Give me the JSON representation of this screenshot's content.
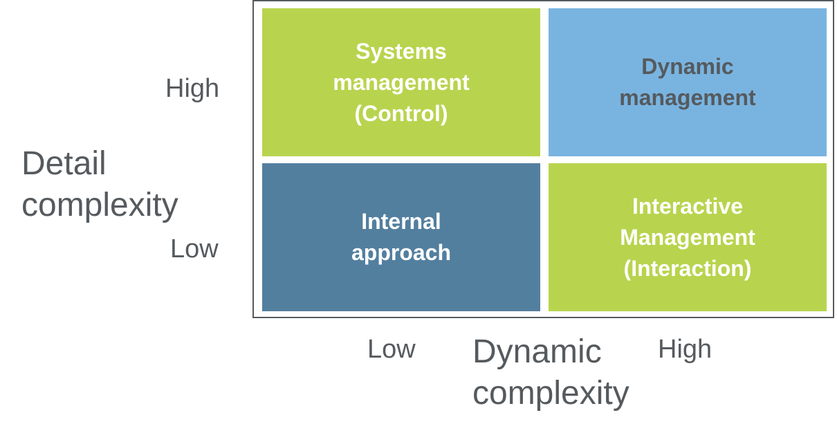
{
  "colors": {
    "green": "#b8d44e",
    "light_blue": "#79b4e0",
    "steel_blue": "#537f9f",
    "text_white": "#ffffff",
    "text_dark": "#555a5e",
    "frame": "#555a5e"
  },
  "quadrants": {
    "top_left": {
      "label": "Systems\nmanagement\n(Control)",
      "fill": "#b8d44e",
      "text_color": "#ffffff"
    },
    "top_right": {
      "label": "Dynamic\nmanagement",
      "fill": "#79b4e0",
      "text_color": "#555a5e"
    },
    "bottom_left": {
      "label": "Internal\napproach",
      "fill": "#537f9f",
      "text_color": "#ffffff"
    },
    "bottom_right": {
      "label": "Interactive\nManagement\n(Interaction)",
      "fill": "#b8d44e",
      "text_color": "#ffffff"
    }
  },
  "y_axis": {
    "label": "Detail\ncomplexity",
    "high": "High",
    "low": "Low"
  },
  "x_axis": {
    "label": "Dynamic\ncomplexity",
    "low": "Low",
    "high": "High"
  }
}
